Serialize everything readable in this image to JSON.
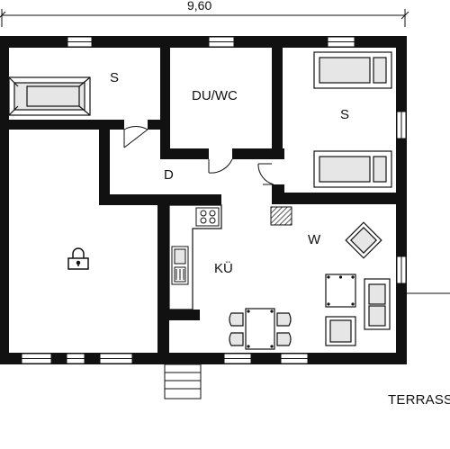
{
  "plan": {
    "overall_width_label": "9,60",
    "rooms": {
      "bedroom_left": "S",
      "bathroom": "DU/WC",
      "bedroom_right": "S",
      "hall": "D",
      "living": "W",
      "kitchen": "KÜ"
    },
    "terrace_label": "TERRASSE",
    "icons": {
      "locked_storage": "lock-icon",
      "stove": "stove-icon",
      "sink": "sink-icon",
      "fireplace": "fireplace-icon",
      "beds": "bed-icon",
      "bathtub": "bathtub-icon"
    },
    "colors": {
      "wall": "#111111",
      "furniture_fill": "#e6e6e6",
      "fireplace_hatch": "#555555"
    }
  }
}
